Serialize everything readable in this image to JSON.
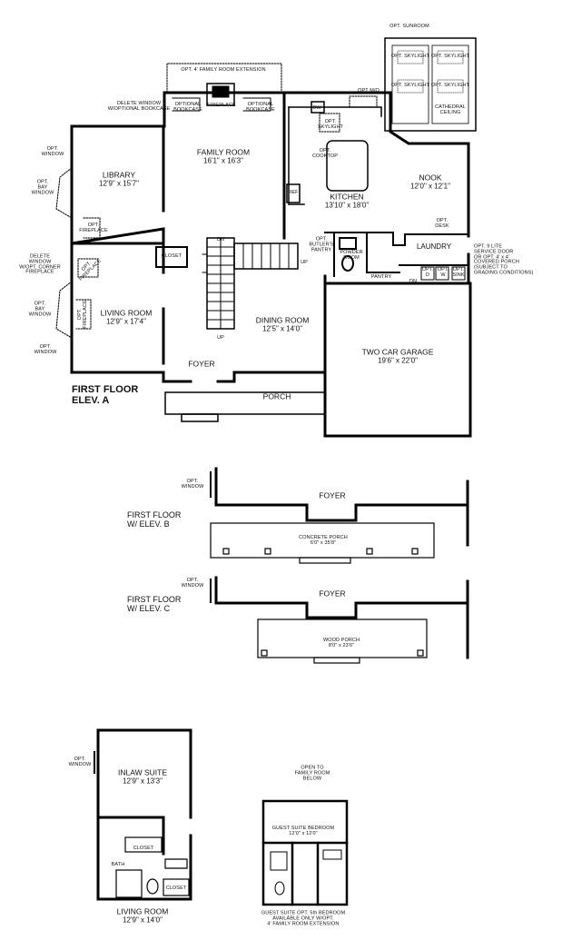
{
  "first_floor_a": {
    "title": "FIRST FLOOR\nELEV. A",
    "rooms": {
      "family_room": {
        "name": "FAMILY ROOM",
        "dim": "16'1\" x 16'3\""
      },
      "library": {
        "name": "LIBRARY",
        "dim": "12'9\" x 15'7\""
      },
      "living_room": {
        "name": "LIVING ROOM",
        "dim": "12'9\" x 17'4\""
      },
      "dining_room": {
        "name": "DINING ROOM",
        "dim": "12'5\" x 14'0\""
      },
      "kitchen": {
        "name": "KITCHEN",
        "dim": "13'10\" x 18'0\""
      },
      "nook": {
        "name": "NOOK",
        "dim": "12'0\" x 12'1\""
      },
      "garage": {
        "name": "TWO CAR GARAGE",
        "dim": "19'6\" x 22'0\""
      },
      "foyer": "FOYER",
      "porch": "PORCH",
      "laundry": "LAUNDRY",
      "powder_room": "POWDER\nROOM",
      "pantry": "PANTRY",
      "closet": "CLOSET",
      "fireplace": "FIREPLACE",
      "ref": "REF",
      "dw": "DW"
    },
    "notes": {
      "opt_sunroom": "OPT. SUNROOM",
      "opt_skylight": "OPT. SKYLIGHT",
      "cathedral_ceiling": "CATHEDRAL\nCEILING",
      "family_room_extension": "OPT. 4' FAMILY ROOM EXTENSION",
      "delete_window": "DELETE WINDOW\nW/OPTIONAL BOOKCASE",
      "optional_bookcase": "OPTIONAL\nBOOKCASE",
      "opt_window": "OPT.\nWINDOW",
      "opt_bay_window": "OPT.\nBAY\nWINDOW",
      "opt_fireplace": "OPT.\nFIREPLACE",
      "delete_window_corner": "DELETE\nWINDOW\nW/OPT. CORNER\nFIREPLACE",
      "opt_fireplace_short": "OPT.\nFIREPLACE",
      "opt_cooktop": "OPT.\nCOOKTOP",
      "opt_skylight_kitchen": "OPT.\nSKYLIGHT",
      "opt_mw": "OPT M/O",
      "opt_desk": "OPT.\nDESK",
      "opt_butlers_pantry": "OPT.\nBUTLER'S\nPANTRY",
      "opt_9_lite": "OPT. 9 LITE\nSERVICE DOOR\nOR OPT. 4' x 4'\nCOVERED PORCH\n(SUBJECT TO\nGRADING CONDITIONS)",
      "opt_d": "OPT.\nD",
      "opt_w": "OPT.\nW",
      "opt_sink": "OPT.\nSINK",
      "dn": "DN",
      "up": "UP"
    }
  },
  "first_floor_b": {
    "title": "FIRST FLOOR\nW/ ELEV. B",
    "opt_window": "OPT.\nWINDOW",
    "foyer": "FOYER",
    "porch_name": "CONCRETE PORCH",
    "porch_dim": "6'0\" x 35'8\""
  },
  "first_floor_c": {
    "title": "FIRST FLOOR\nW/ ELEV. C",
    "opt_window": "OPT.\nWINDOW",
    "foyer": "FOYER",
    "porch_name": "WOOD PORCH",
    "porch_dim": "8'0\" x 23'6\""
  },
  "inlaw": {
    "opt_window": "OPT.\nWINDOW",
    "suite_name": "INLAW SUITE",
    "suite_dim": "12'9\" x 13'3\"",
    "closet": "CLOSET",
    "closet2": "CLOSET",
    "bath": "BATH",
    "living_name": "LIVING ROOM",
    "living_dim": "12'9\" x 14'0\""
  },
  "guest": {
    "open_note": "OPEN TO\nFAMILY ROOM\nBELOW",
    "bedroom": "GUEST SUITE BEDROOM\n12'0\" x 12'0\"",
    "note": "GUEST SUITE OPT. 5th BEDROOM\nAVAILABLE ONLY W/OPT.\n4' FAMILY ROOM EXTENSION"
  }
}
